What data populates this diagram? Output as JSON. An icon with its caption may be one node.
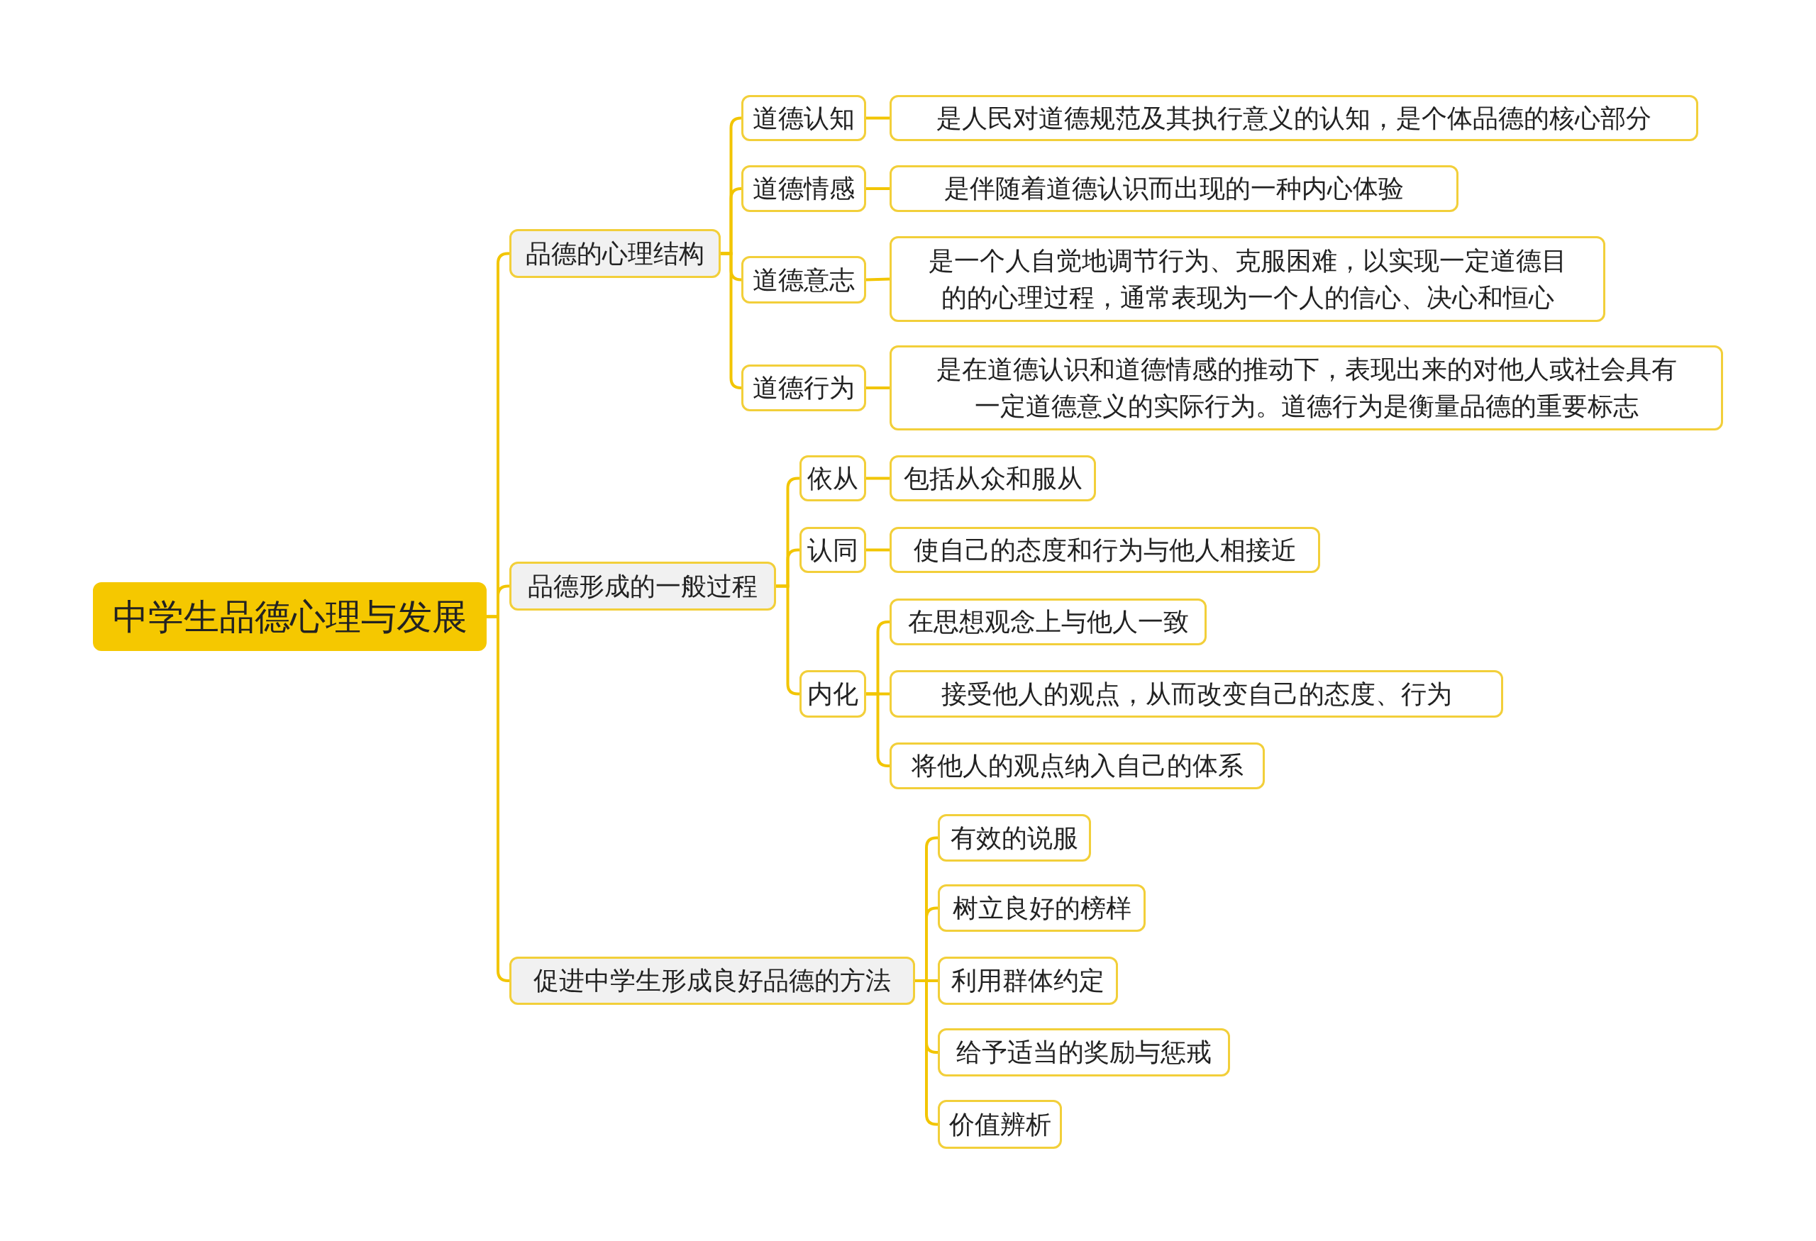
{
  "diagram": {
    "nodes": [
      {
        "text": [
          "中学生品德心理与发展"
        ]
      },
      {
        "text": [
          "品德的心理结构"
        ]
      },
      {
        "text": [
          "道德认知"
        ]
      },
      {
        "text": [
          "是人民对道德规范及其执行意义的认知，是个体品德的核心部分"
        ]
      },
      {
        "text": [
          "道德情感"
        ]
      },
      {
        "text": [
          "是伴随着道德认识而出现的一种内心体验"
        ]
      },
      {
        "text": [
          "道德意志"
        ]
      },
      {
        "text": [
          "是一个人自觉地调节行为、克服困难，以实现一定道德目的的心理过程，通常表现为一个人的信心、决心和恒心"
        ]
      },
      {
        "text": [
          "道德行为"
        ]
      },
      {
        "text": [
          "是在道德认识和道德情感的推动下，表现出来的对他人或社会具有一定道德意义的实际行为。道德行为是衡量品德的重要标志"
        ]
      },
      {
        "text": [
          "品德形成的一般过程"
        ]
      },
      {
        "text": [
          "依从"
        ]
      },
      {
        "text": [
          "包括从众和服从"
        ]
      },
      {
        "text": [
          "认同"
        ]
      },
      {
        "text": [
          "使自己的态度和行为与他人相接近"
        ]
      },
      {
        "text": [
          "内化"
        ]
      },
      {
        "text": [
          "在思想观念上与他人一致"
        ]
      },
      {
        "text": [
          "接受他人的观点，从而改变自己的态度、行为"
        ]
      },
      {
        "text": [
          "将他人的观点纳入自己的体系"
        ]
      },
      {
        "text": [
          "促进中学生形成良好品德的方法"
        ]
      },
      {
        "text": [
          "有效的说服"
        ]
      },
      {
        "text": [
          "树立良好的榜样"
        ]
      },
      {
        "text": [
          "利用群体约定"
        ]
      },
      {
        "text": [
          "给予适当的奖励与惩戒"
        ]
      },
      {
        "text": [
          "价值辨析"
        ]
      }
    ],
    "edges": [
      {
        "from": 0,
        "to": 1,
        "arrow": "none"
      },
      {
        "from": 0,
        "to": 10,
        "arrow": "none"
      },
      {
        "from": 0,
        "to": 19,
        "arrow": "none"
      },
      {
        "from": 1,
        "to": 2,
        "arrow": "none"
      },
      {
        "from": 1,
        "to": 4,
        "arrow": "none"
      },
      {
        "from": 1,
        "to": 6,
        "arrow": "none"
      },
      {
        "from": 1,
        "to": 8,
        "arrow": "none"
      },
      {
        "from": 2,
        "to": 3,
        "arrow": "none"
      },
      {
        "from": 4,
        "to": 5,
        "arrow": "none"
      },
      {
        "from": 6,
        "to": 7,
        "arrow": "none"
      },
      {
        "from": 8,
        "to": 9,
        "arrow": "none"
      },
      {
        "from": 10,
        "to": 11,
        "arrow": "none"
      },
      {
        "from": 10,
        "to": 13,
        "arrow": "none"
      },
      {
        "from": 10,
        "to": 15,
        "arrow": "none"
      },
      {
        "from": 11,
        "to": 12,
        "arrow": "none"
      },
      {
        "from": 13,
        "to": 14,
        "arrow": "none"
      },
      {
        "from": 15,
        "to": 16,
        "arrow": "none"
      },
      {
        "from": 15,
        "to": 17,
        "arrow": "none"
      },
      {
        "from": 15,
        "to": 18,
        "arrow": "none"
      },
      {
        "from": 19,
        "to": 20,
        "arrow": "none"
      },
      {
        "from": 19,
        "to": 21,
        "arrow": "none"
      },
      {
        "from": 19,
        "to": 22,
        "arrow": "none"
      },
      {
        "from": 19,
        "to": 23,
        "arrow": "none"
      },
      {
        "from": 19,
        "to": 24,
        "arrow": "none"
      }
    ]
  }
}
